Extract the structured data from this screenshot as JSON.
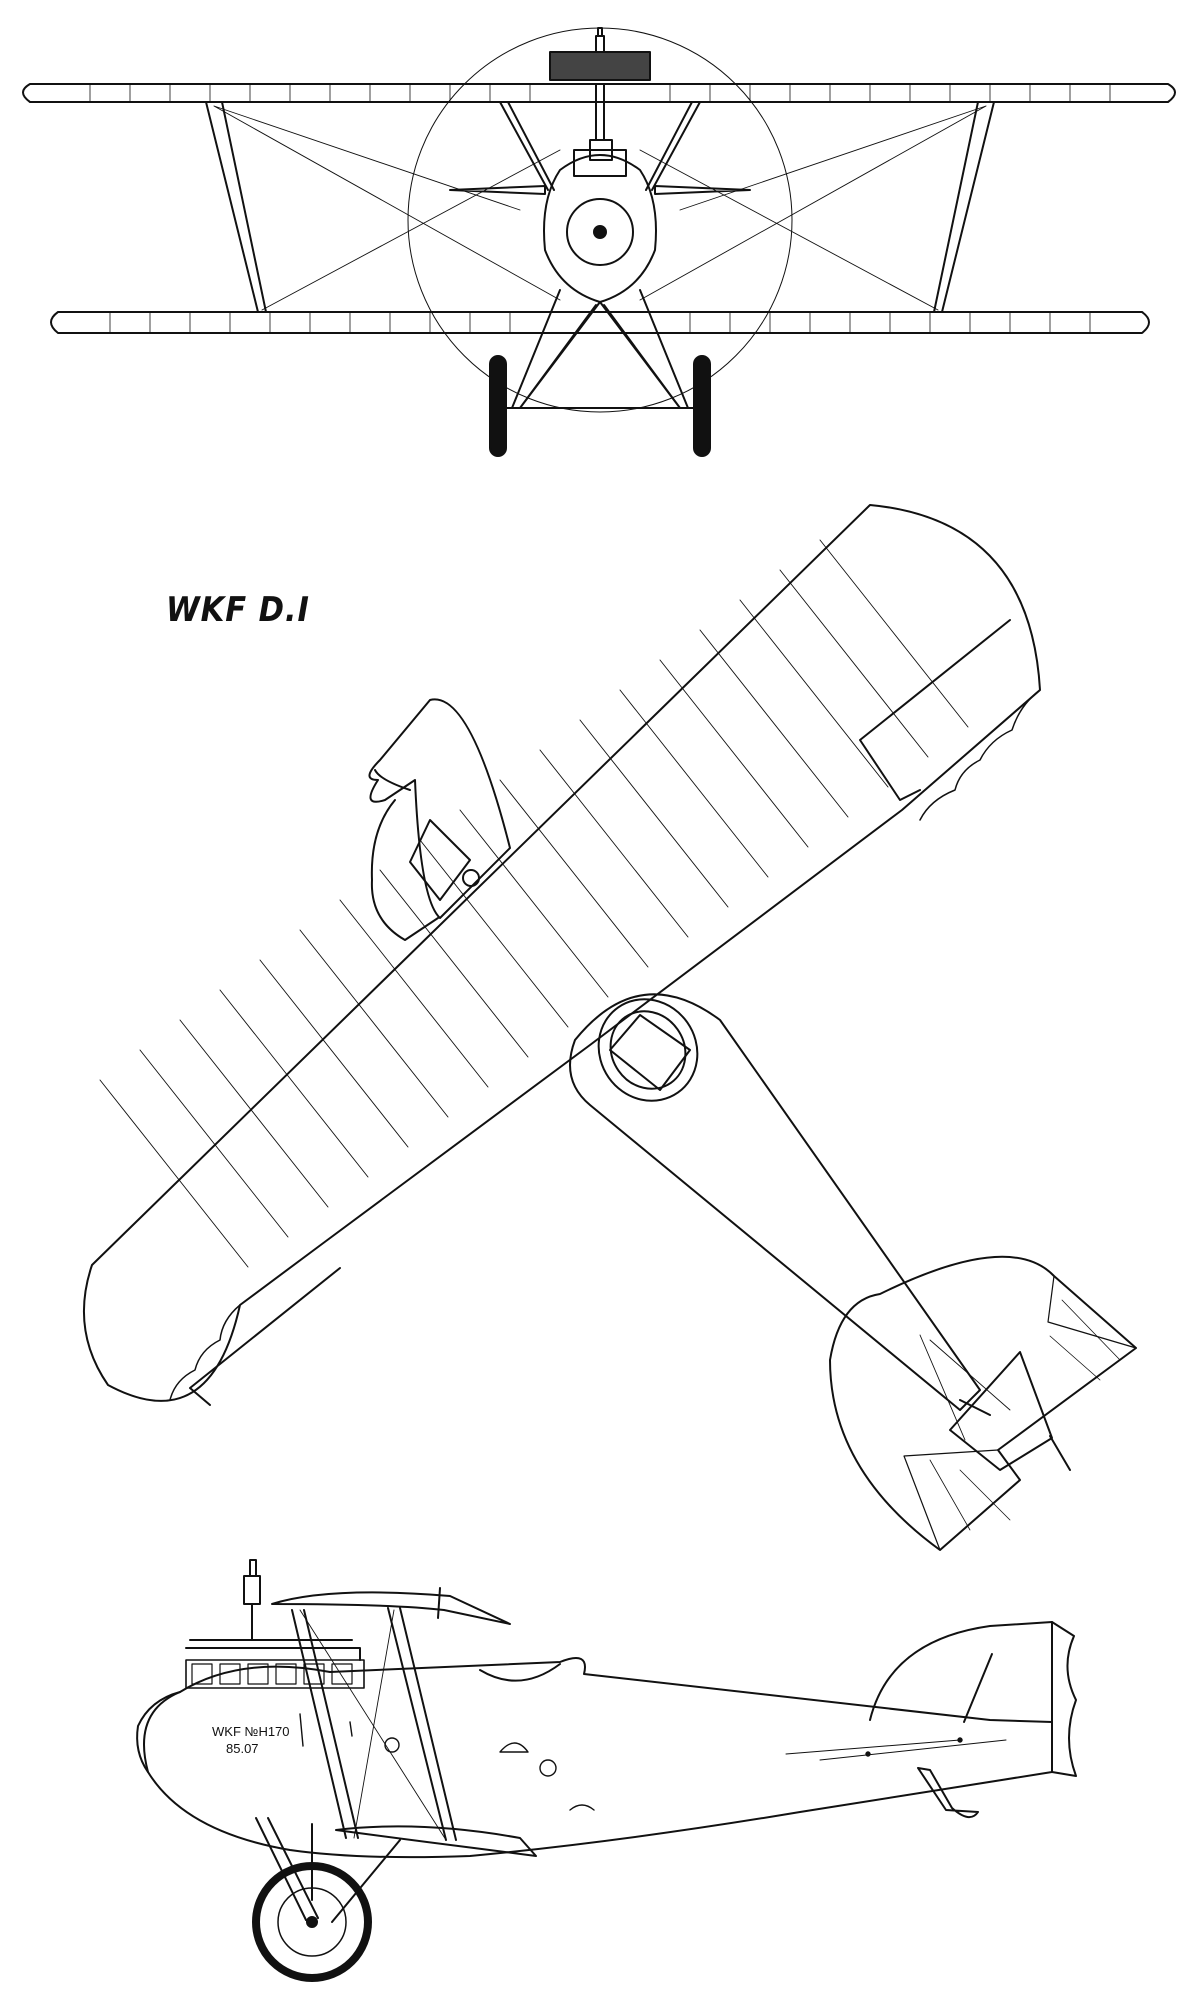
{
  "drawing": {
    "title": "WKF D.I",
    "fuselage_marking": "WKF №H170",
    "fuselage_number": "85.07",
    "line_color": "#111111",
    "background_color": "#ffffff"
  }
}
